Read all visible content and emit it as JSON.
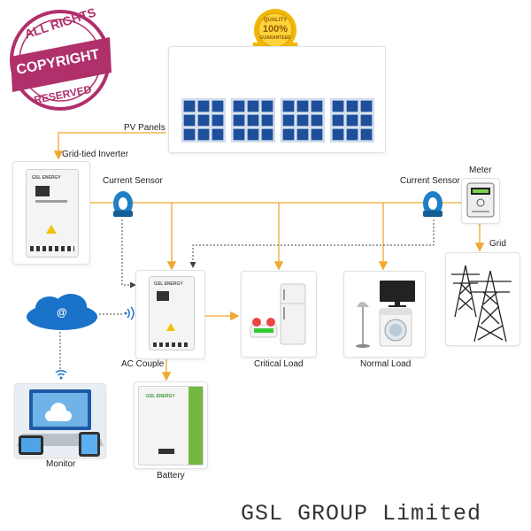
{
  "stamp": {
    "top_text": "ALL RIGHTS",
    "middle_text": "COPYRIGHT",
    "bottom_text": "RESERVED",
    "color": "#b0306b"
  },
  "badge": {
    "line1": "QUALITY",
    "line2": "100%",
    "line3": "GUARANTEED",
    "color": "#f2b705"
  },
  "labels": {
    "pv_panels": "PV Panels",
    "grid_tied_inverter": "Grid-tied Inverter",
    "current_sensor_left": "Current Sensor",
    "current_sensor_right": "Current Sensor",
    "meter": "Meter",
    "grid": "Grid",
    "ac_couple": "AC Couple",
    "critical_load": "Critical Load",
    "normal_load": "Normal Load",
    "monitor": "Monitor",
    "battery": "Battery"
  },
  "device_text": {
    "brand": "GSL ENERGY",
    "cloud_symbol": "@"
  },
  "footer": "GSL GROUP Limited",
  "colors": {
    "power_line": "#f0a830",
    "signal_line": "#444444",
    "solar_panel": "#1e4f9c",
    "sensor": "#1f7fc6",
    "cloud": "#1a73c9"
  }
}
